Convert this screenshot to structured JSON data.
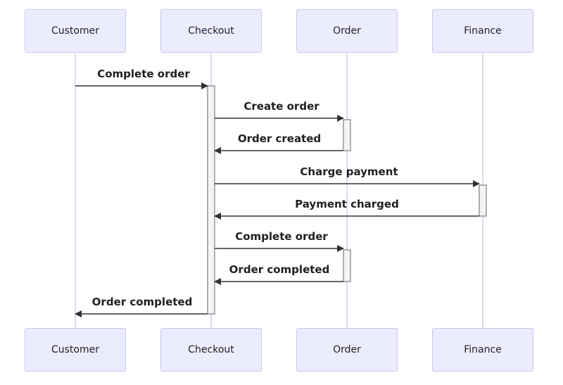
{
  "actors": [
    {
      "id": "customer",
      "label": "Customer"
    },
    {
      "id": "checkout",
      "label": "Checkout"
    },
    {
      "id": "order",
      "label": "Order"
    },
    {
      "id": "finance",
      "label": "Finance"
    }
  ],
  "messages": [
    {
      "from": "customer",
      "to": "checkout",
      "label": "Complete order"
    },
    {
      "from": "checkout",
      "to": "order",
      "label": "Create order"
    },
    {
      "from": "order",
      "to": "checkout",
      "label": "Order created"
    },
    {
      "from": "checkout",
      "to": "finance",
      "label": "Charge payment"
    },
    {
      "from": "finance",
      "to": "checkout",
      "label": "Payment charged"
    },
    {
      "from": "checkout",
      "to": "order",
      "label": "Complete order"
    },
    {
      "from": "order",
      "to": "checkout",
      "label": "Order completed"
    },
    {
      "from": "checkout",
      "to": "customer",
      "label": "Order completed"
    }
  ],
  "colors": {
    "actor_fill": "#ececff",
    "actor_border": "#c9c5f0",
    "lifeline": "#c9c5f0",
    "activation_fill": "#f4f4f4",
    "activation_border": "#666666",
    "arrow": "#333333"
  }
}
